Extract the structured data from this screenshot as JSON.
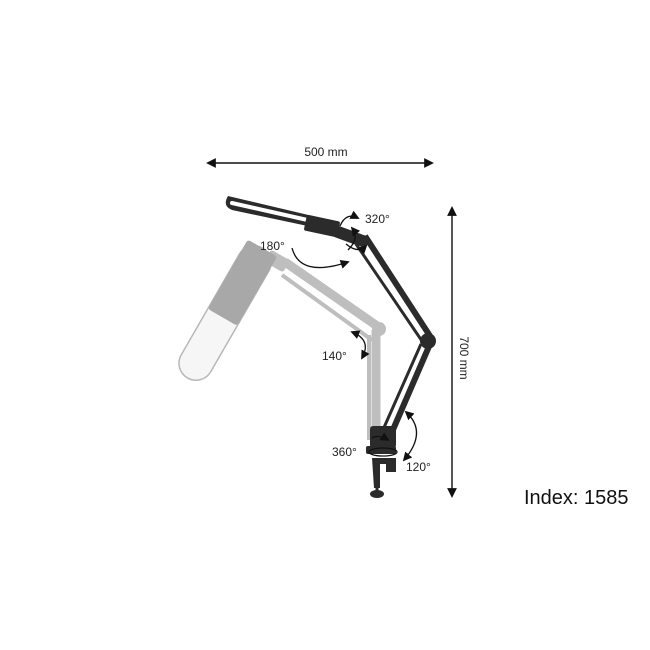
{
  "dimensions": {
    "width_label": "500 mm",
    "height_label": "700 mm"
  },
  "angles": {
    "head_rotation": "320°",
    "head_tilt": "180°",
    "elbow": "140°",
    "base_swivel": "360°",
    "base_tilt": "120°"
  },
  "index_label": "Index: 1585",
  "colors": {
    "lamp_dark": "#2b2b2b",
    "lamp_ghost": "#9a9a9a",
    "ghost_light": "#f4f4f4",
    "arrow": "#111111"
  }
}
